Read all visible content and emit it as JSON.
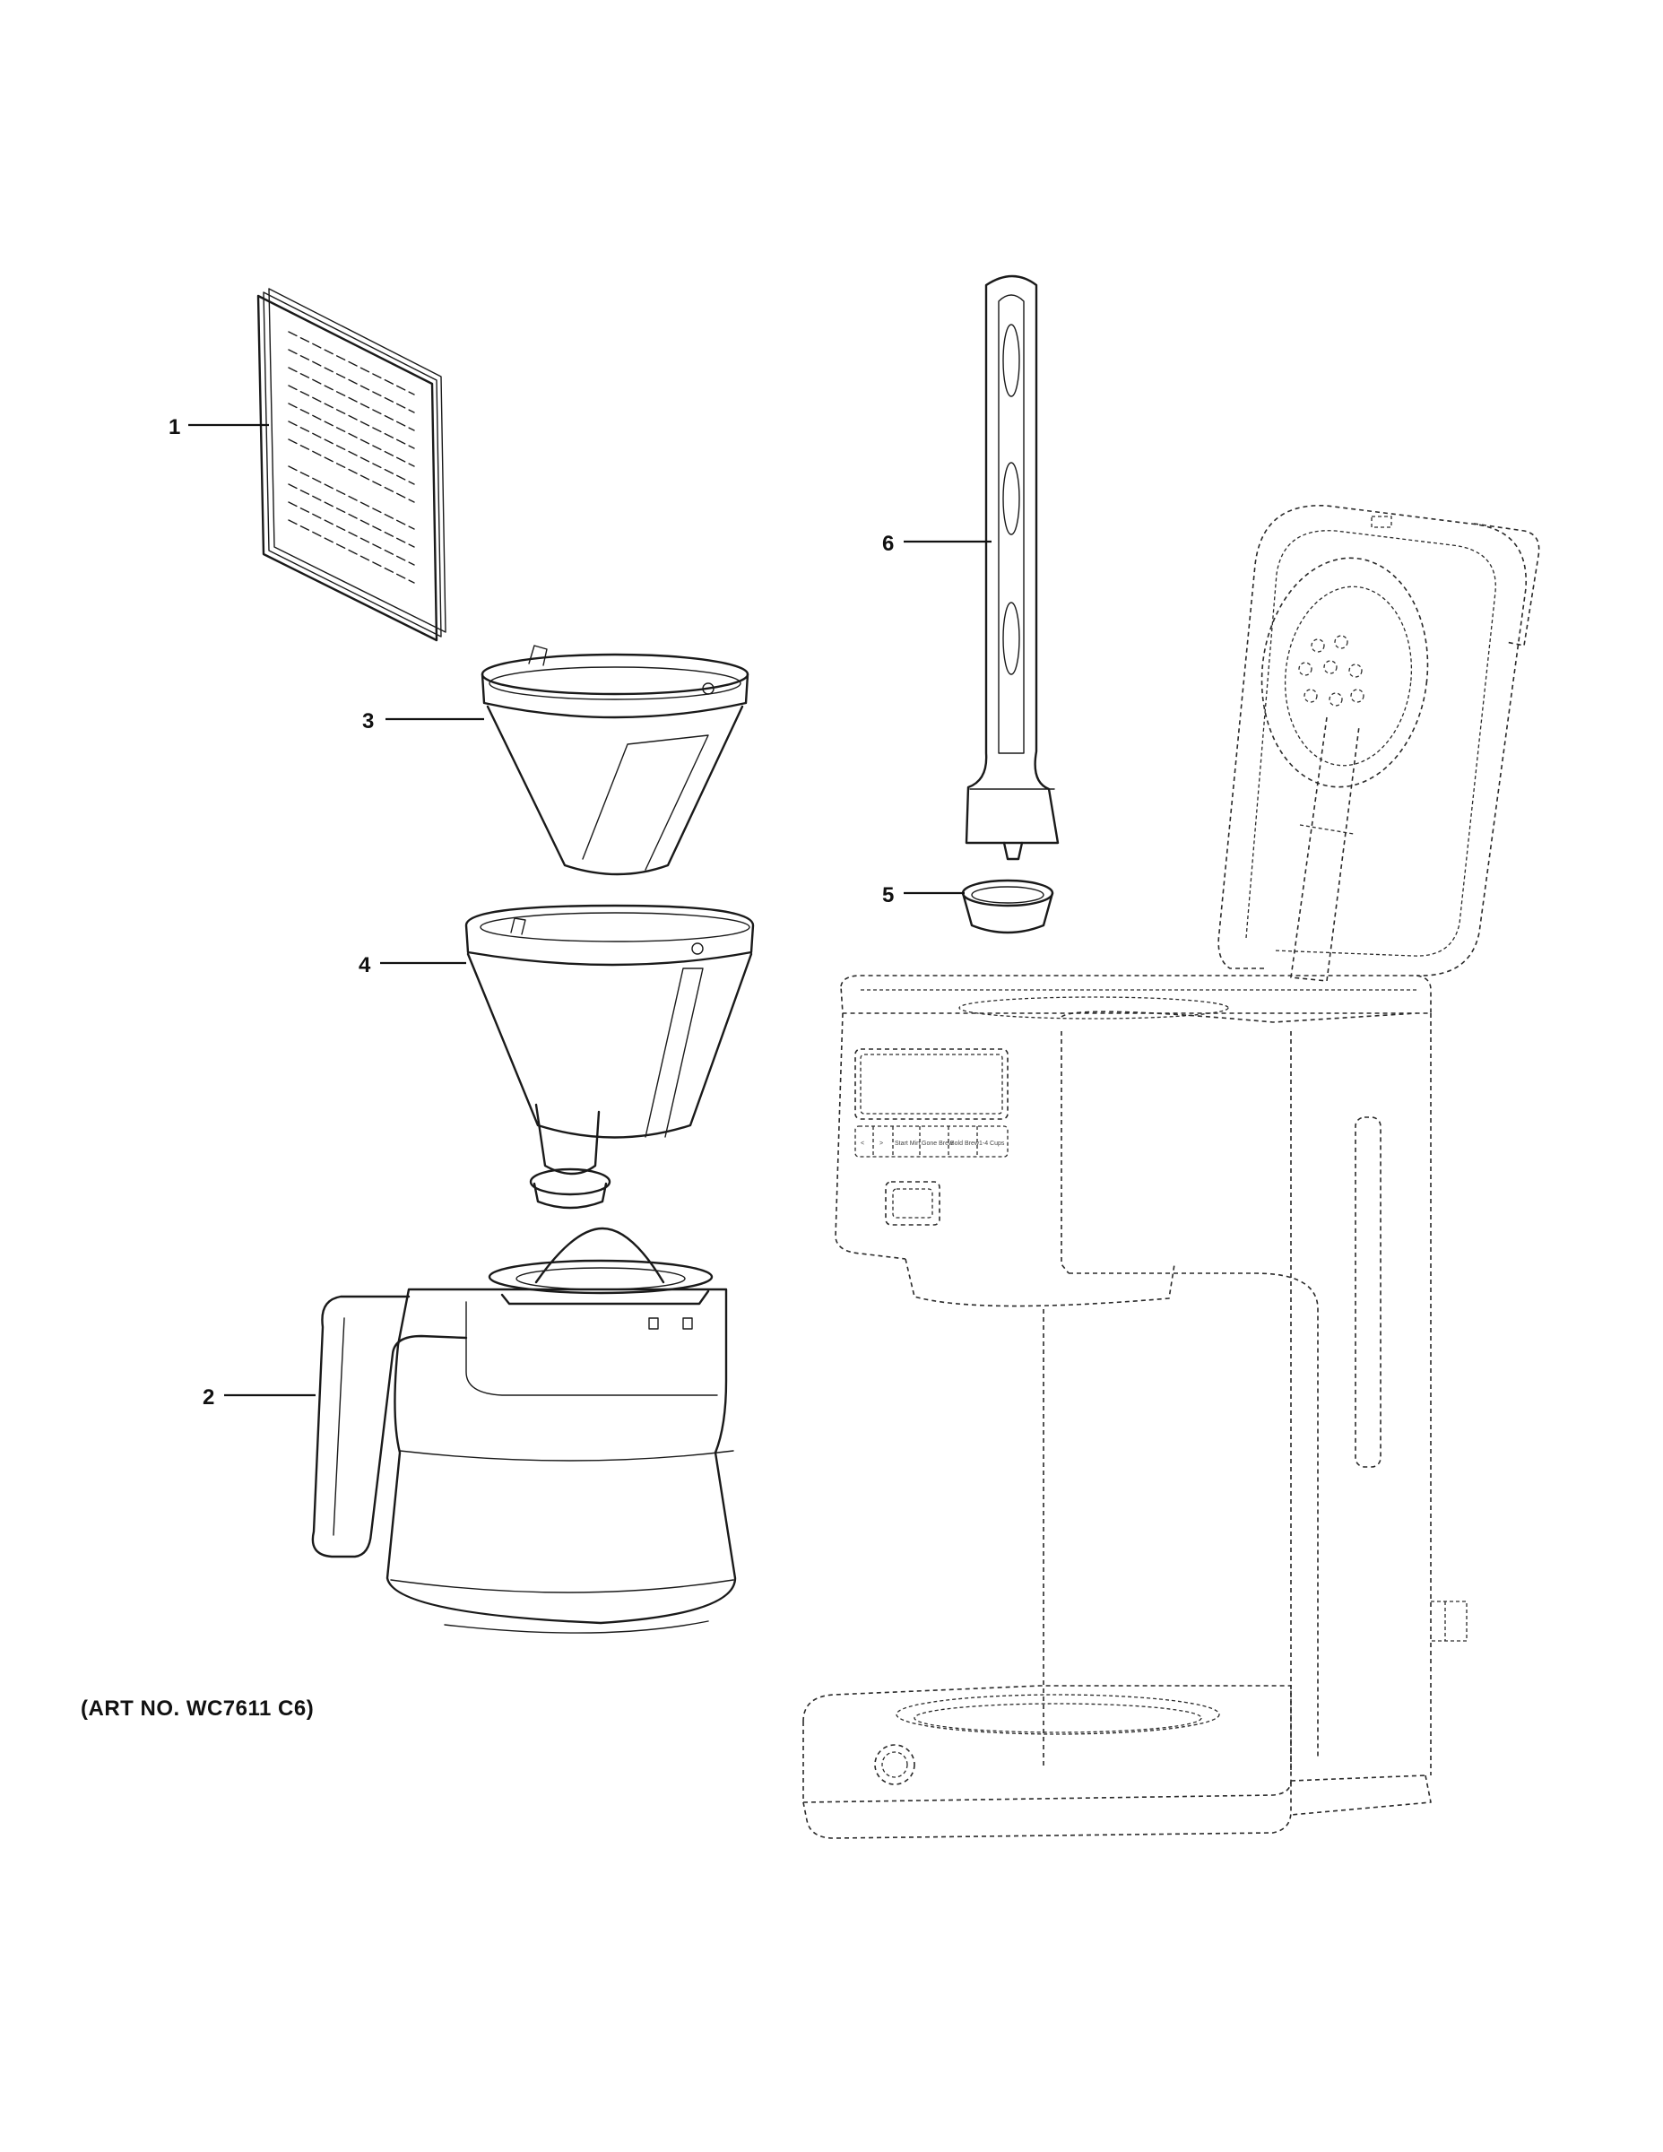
{
  "callouts": [
    {
      "id": "1",
      "label": "1"
    },
    {
      "id": "2",
      "label": "2"
    },
    {
      "id": "3",
      "label": "3"
    },
    {
      "id": "4",
      "label": "4"
    },
    {
      "id": "5",
      "label": "5"
    },
    {
      "id": "6",
      "label": "6"
    }
  ],
  "art_number": "(ART NO. WC7611 C6)",
  "control_panel": {
    "buttons": [
      "<",
      ">",
      "Start Min.",
      "Gone Brew",
      "Bold Brew",
      "1-4 Cups"
    ]
  }
}
